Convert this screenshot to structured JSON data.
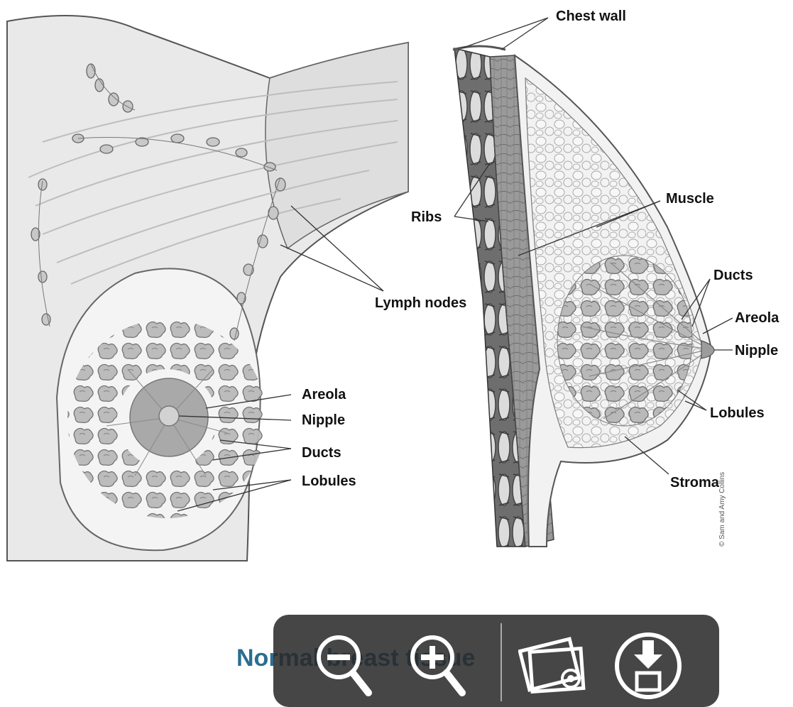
{
  "figure": {
    "left_labels": {
      "areola": "Areola",
      "nipple": "Nipple",
      "ducts": "Ducts",
      "lobules": "Lobules",
      "lymph_nodes": "Lymph nodes"
    },
    "right_labels": {
      "chest_wall": "Chest wall",
      "ribs": "Ribs",
      "muscle": "Muscle",
      "ducts": "Ducts",
      "areola": "Areola",
      "nipple": "Nipple",
      "lobules": "Lobules",
      "stroma": "Stroma"
    },
    "credit": "© Sam and Amy Collins",
    "caption": "Normal breast tissue"
  },
  "toolbar": {
    "zoom_out_icon": "magnifier-minus-icon",
    "zoom_in_icon": "magnifier-plus-icon",
    "gallery_icon": "photo-gallery-icon",
    "download_icon": "download-icon"
  }
}
